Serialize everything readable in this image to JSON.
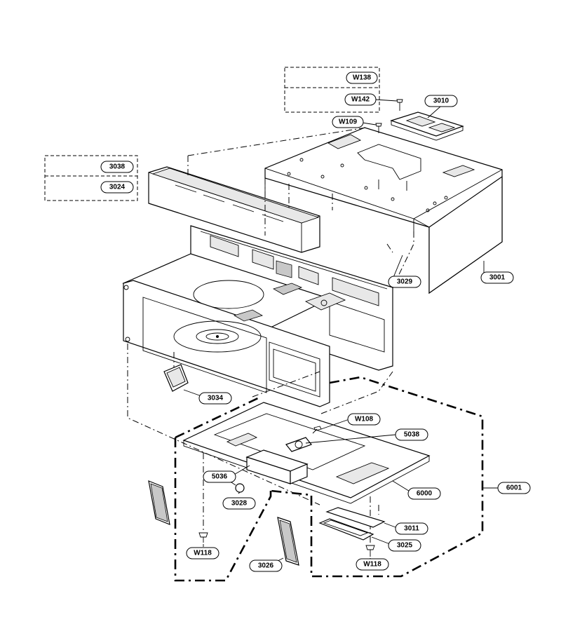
{
  "labels": {
    "W138": "W138",
    "W142": "W142",
    "W109": "W109",
    "p3010": "3010",
    "p3038": "3038",
    "p3024": "3024",
    "p3029": "3029",
    "p3001": "3001",
    "p3034": "3034",
    "W108": "W108",
    "p5038": "5038",
    "p5036": "5036",
    "p6000": "6000",
    "p6001": "6001",
    "p3028": "3028",
    "p3011": "3011",
    "p3025": "3025",
    "W118a": "W118",
    "W118b": "W118",
    "p3026": "3026"
  }
}
